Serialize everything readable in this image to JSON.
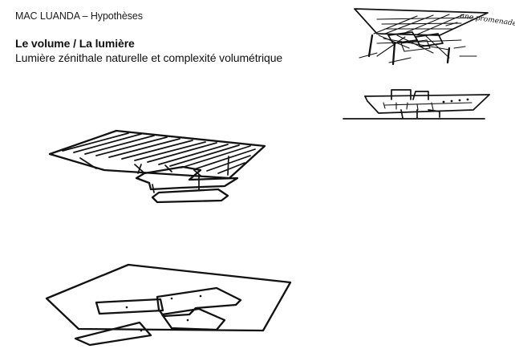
{
  "header": {
    "project_title": "MAC LUANDA – Hypothèses"
  },
  "section": {
    "title": "Le volume / La lumière",
    "subtitle": "Lumière zénithale naturelle et complexité volumétrique"
  },
  "sketches": {
    "top_right_annotation": "une promenade"
  }
}
